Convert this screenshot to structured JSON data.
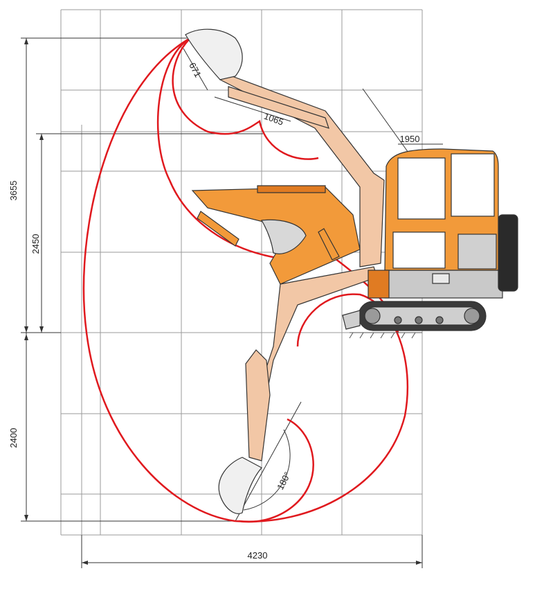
{
  "dimensions": {
    "height_total": "3655",
    "height_upper": "2450",
    "height_lower": "2400",
    "width_reach": "4230",
    "bucket_size": "671",
    "arm_offset": "1065",
    "cab_height": "1950",
    "swing_angle": "180°"
  },
  "colors": {
    "envelope": "#e0191e",
    "grid": "#9a9a9a",
    "machine_orange": "#f29a3a",
    "arm_light": "#f2c7a6",
    "body_grey": "#c9c9c9"
  }
}
